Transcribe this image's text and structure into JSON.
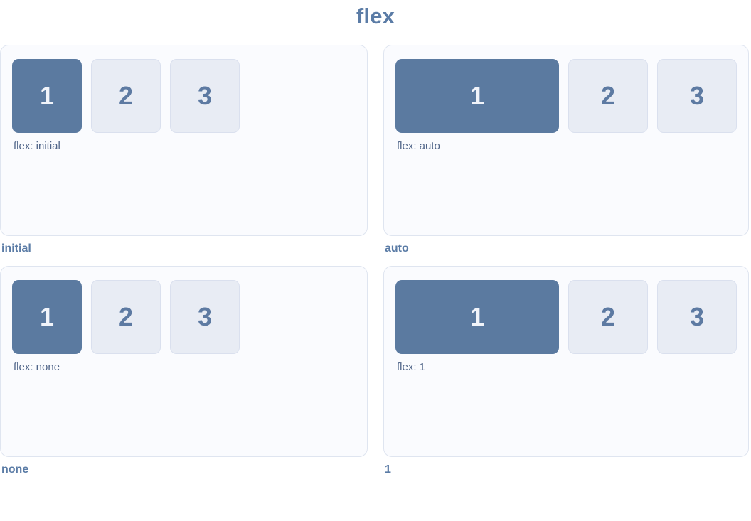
{
  "title": "flex",
  "colors": {
    "accent": "#5b7ca6",
    "item_primary_bg": "#5b7aa0",
    "item_primary_text": "#f1f4fa",
    "item_secondary_bg": "#e8ecf4",
    "item_secondary_border": "#dae0ee",
    "item_secondary_text": "#5d7aa2",
    "panel_bg": "#fafbfe",
    "panel_border": "#dfe5f0",
    "caption_text": "#4f6488"
  },
  "panels": [
    {
      "caption": "flex: initial",
      "label": "initial",
      "items": [
        "1",
        "2",
        "3"
      ]
    },
    {
      "caption": "flex: auto",
      "label": "auto",
      "items": [
        "1",
        "2",
        "3"
      ]
    },
    {
      "caption": "flex: none",
      "label": "none",
      "items": [
        "1",
        "2",
        "3"
      ]
    },
    {
      "caption": "flex: 1",
      "label": "1",
      "items": [
        "1",
        "2",
        "3"
      ]
    }
  ]
}
